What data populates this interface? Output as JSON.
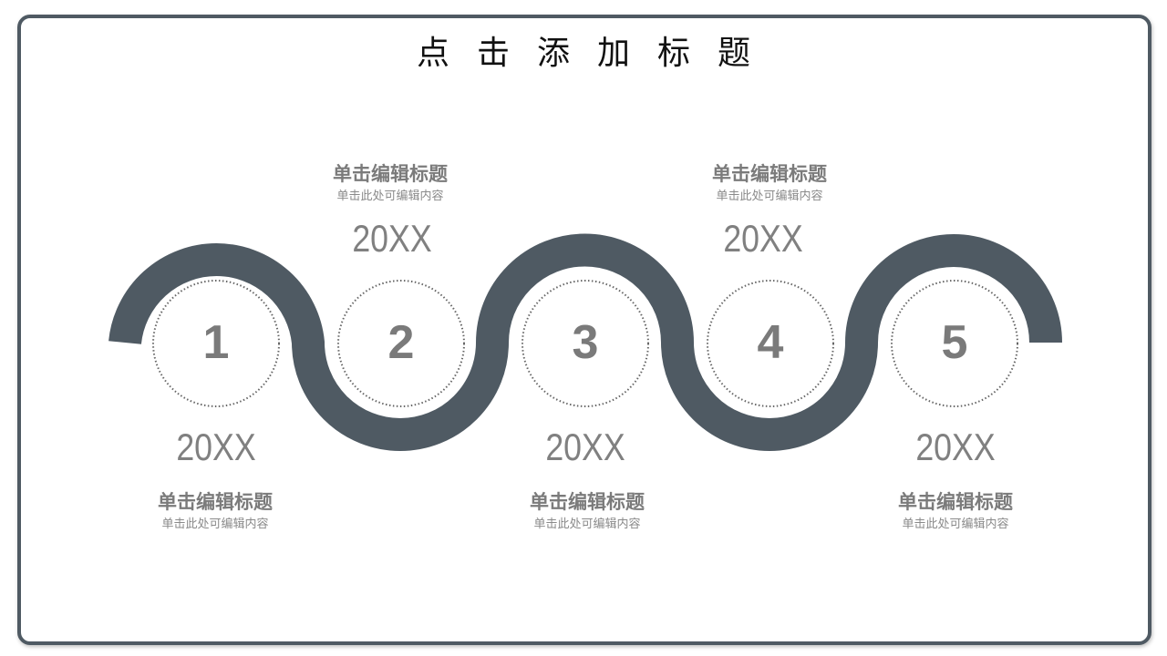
{
  "slide": {
    "title": "点击添加标题",
    "colors": {
      "wave": "#4f5a63",
      "frame": "#4f5a63",
      "text": "#7b7b7b",
      "dots": "#666666"
    }
  },
  "steps": [
    {
      "number": "1",
      "year": "20XX",
      "title": "单击编辑标题",
      "subtitle": "单击此处可编辑内容",
      "position": "below"
    },
    {
      "number": "2",
      "year": "20XX",
      "title": "单击编辑标题",
      "subtitle": "单击此处可编辑内容",
      "position": "above"
    },
    {
      "number": "3",
      "year": "20XX",
      "title": "单击编辑标题",
      "subtitle": "单击此处可编辑内容",
      "position": "below"
    },
    {
      "number": "4",
      "year": "20XX",
      "title": "单击编辑标题",
      "subtitle": "单击此处可编辑内容",
      "position": "above"
    },
    {
      "number": "5",
      "year": "20XX",
      "title": "单击编辑标题",
      "subtitle": "单击此处可编辑内容",
      "position": "below"
    }
  ]
}
